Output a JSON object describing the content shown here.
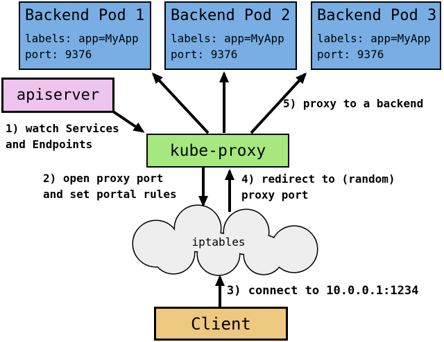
{
  "colors": {
    "background": "#ffffff",
    "border": "#000000",
    "pod_fill": "#78aee4",
    "apiserver_fill": "#eec3ee",
    "kube_proxy_fill": "#a5e97e",
    "client_fill": "#edc87f",
    "cloud_fill": "#eeeeee"
  },
  "pods": [
    {
      "title": "Backend Pod 1",
      "labels": "labels: app=MyApp",
      "port": "port: 9376"
    },
    {
      "title": "Backend Pod 2",
      "labels": "labels: app=MyApp",
      "port": "port: 9376"
    },
    {
      "title": "Backend Pod 3",
      "labels": "labels: app=MyApp",
      "port": "port: 9376"
    }
  ],
  "nodes": {
    "apiserver": "apiserver",
    "kube_proxy": "kube-proxy",
    "iptables": "iptables",
    "client": "Client"
  },
  "annotations": {
    "step1": "1) watch Services\nand Endpoints",
    "step2": "2) open proxy port\nand set portal rules",
    "step3": "3) connect to 10.0.0.1:1234",
    "step4": "4) redirect to (random)\nproxy port",
    "step5": "5) proxy to a backend"
  }
}
